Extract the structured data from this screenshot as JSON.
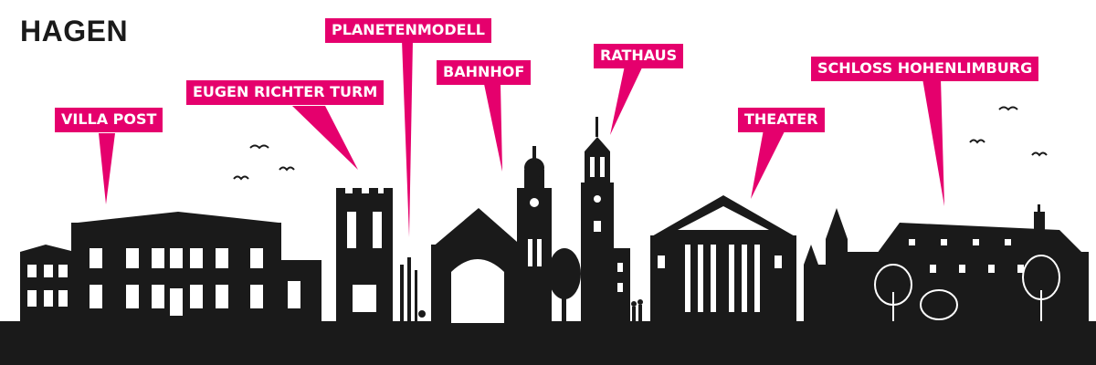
{
  "city_title": "HAGEN",
  "accent_color": "#e5006d",
  "silhouette_color": "#1a1a1a",
  "labels": {
    "villa_post": "VILLA POST",
    "eugen_richter_turm": "EUGEN RICHTER TURM",
    "planetenmodell": "PLANETENMODELL",
    "bahnhof": "BAHNHOF",
    "rathaus": "RATHAUS",
    "theater": "THEATER",
    "schloss_hohenlimburg": "SCHLOSS HOHENLIMBURG"
  }
}
